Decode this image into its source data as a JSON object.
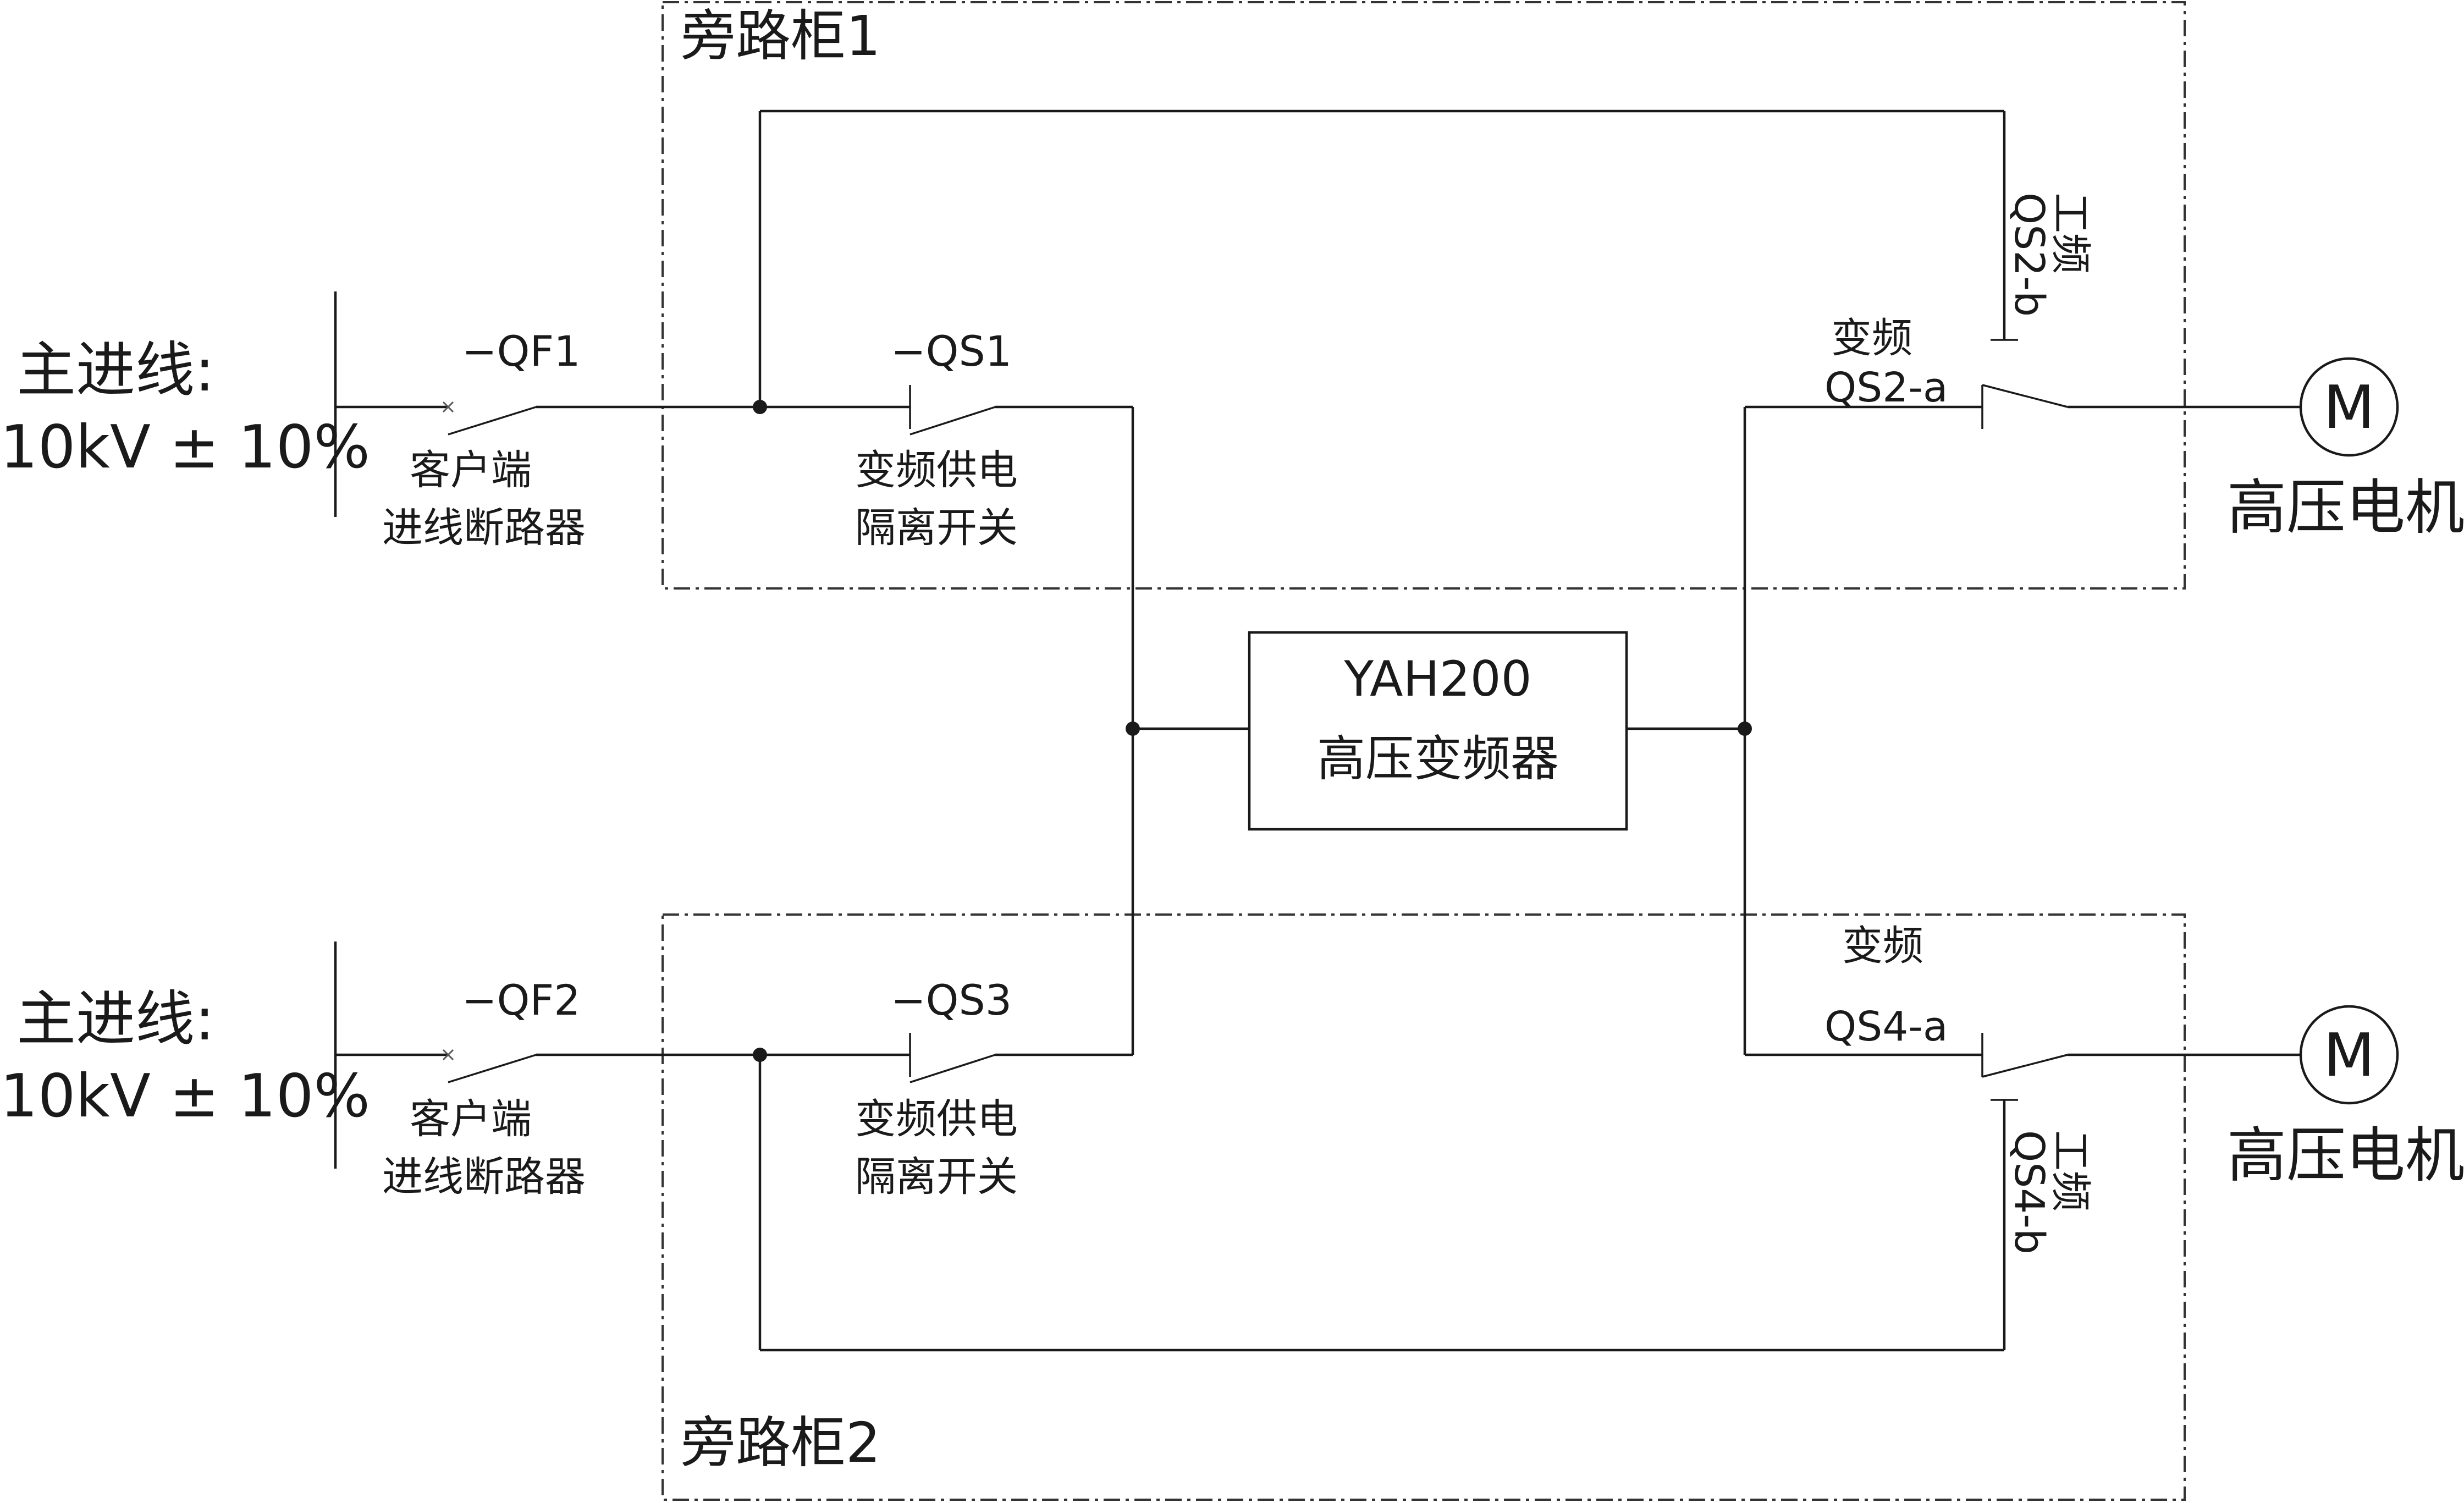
{
  "cabinets": {
    "top": "旁路柜1",
    "bottom": "旁路柜2"
  },
  "incoming": {
    "top": {
      "title": "主进线:",
      "voltage": "10kV ± 10%"
    },
    "bottom": {
      "title": "主进线:",
      "voltage": "10kV ± 10%"
    }
  },
  "breakers": {
    "qf1": {
      "tag": "−QF1",
      "label_line1": "客户端",
      "label_line2": "进线断路器"
    },
    "qf2": {
      "tag": "−QF2",
      "label_line1": "客户端",
      "label_line2": "进线断路器"
    }
  },
  "isolators": {
    "qs1": {
      "tag": "−QS1",
      "label_line1": "变频供电",
      "label_line2": "隔离开关"
    },
    "qs3": {
      "tag": "−QS3",
      "label_line1": "变频供电",
      "label_line2": "隔离开关"
    }
  },
  "bypass_switches": {
    "qs2a": {
      "mode": "变频",
      "tag": "QS2-a"
    },
    "qs2b": {
      "mode": "工频",
      "tag": "QS2-b"
    },
    "qs4a": {
      "mode": "变频",
      "tag": "QS4-a"
    },
    "qs4b": {
      "mode": "工频",
      "tag": "QS4-b"
    }
  },
  "vfd": {
    "model": "YAH200",
    "name": "高压变频器"
  },
  "motors": {
    "top": {
      "symbol": "M",
      "label": "高压电机"
    },
    "bottom": {
      "symbol": "M",
      "label": "高压电机"
    }
  },
  "colors": {
    "line": "#1a1a1a",
    "cabinet_border": "#333333",
    "background": "#ffffff"
  }
}
